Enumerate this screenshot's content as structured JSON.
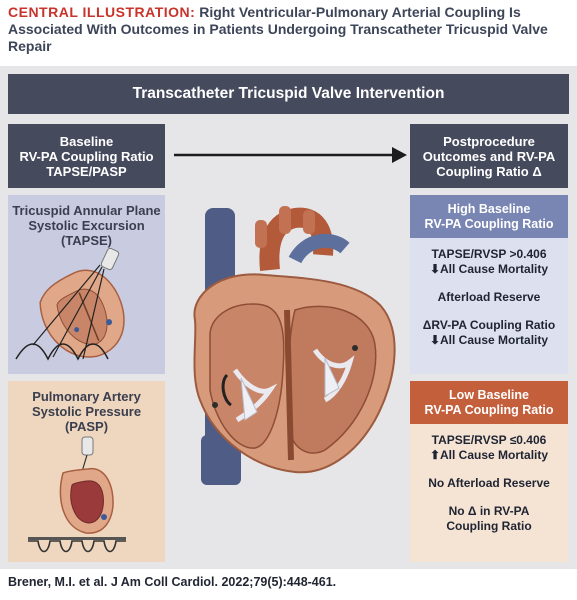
{
  "header": {
    "label": "CENTRAL ILLUSTRATION:",
    "title": "Right Ventricular-Pulmonary Arterial Coupling Is Associated With Outcomes in Patients Undergoing Transcatheter Tricuspid Valve Repair"
  },
  "banner": "Transcatheter Tricuspid Valve Intervention",
  "baseline": {
    "lines": [
      "Baseline",
      "RV-PA Coupling Ratio",
      "TAPSE/PASP"
    ]
  },
  "postprocedure": {
    "lines": [
      "Postprocedure",
      "Outcomes and RV-PA",
      "Coupling Ratio Δ"
    ]
  },
  "tapse": {
    "lines": [
      "Tricuspid Annular Plane",
      "Systolic Excursion",
      "(TAPSE)"
    ]
  },
  "pasp": {
    "lines": [
      "Pulmonary Artery",
      "Systolic Pressure",
      "(PASP)"
    ]
  },
  "high": {
    "header": [
      "High Baseline",
      "RV-PA Coupling Ratio"
    ],
    "items": [
      [
        "TAPSE/RVSP >0.406",
        "⬇All Cause Mortality"
      ],
      [
        "Afterload Reserve"
      ],
      [
        "ΔRV-PA Coupling Ratio",
        "⬇All Cause Mortality"
      ]
    ]
  },
  "low": {
    "header": [
      "Low Baseline",
      "RV-PA Coupling Ratio"
    ],
    "items": [
      [
        "TAPSE/RVSP ≤0.406",
        "⬆All Cause Mortality"
      ],
      [
        "No Afterload Reserve"
      ],
      [
        "No Δ in RV-PA",
        "Coupling Ratio"
      ]
    ]
  },
  "citation": "Brener, M.I. et al. J Am Coll Cardiol. 2022;79(5):448-461.",
  "colors": {
    "dark_slate": "#464a5d",
    "blue_header": "#7985b3",
    "red_header": "#c45f3c",
    "accent_red": "#c8332b"
  }
}
